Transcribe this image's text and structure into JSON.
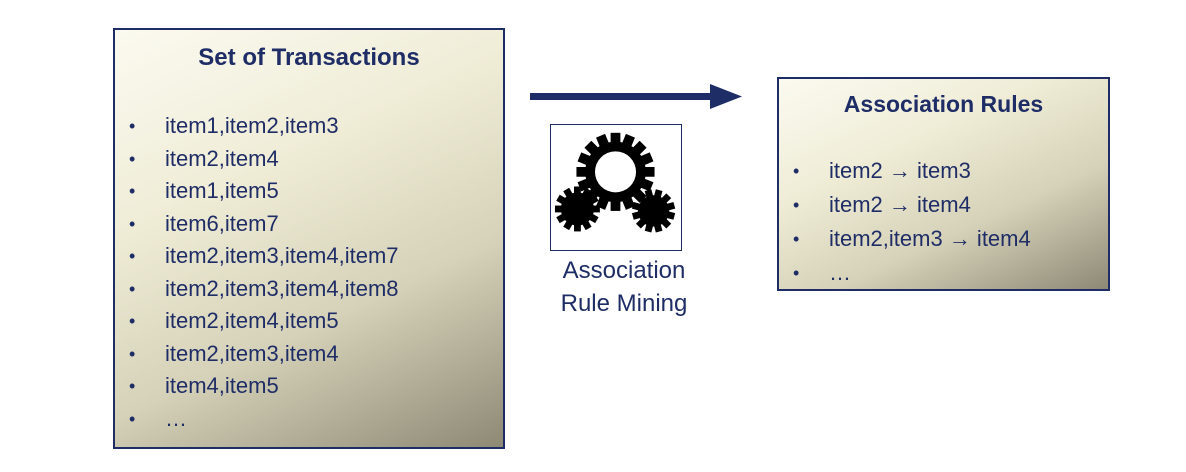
{
  "transactions": {
    "title": "Set of Transactions",
    "items": [
      "item1,item2,item3",
      "item2,item4",
      "item1,item5",
      "item6,item7",
      "item2,item3,item4,item7",
      "item2,item3,item4,item8",
      "item2,item4,item5",
      "item2,item3,item4",
      "item4,item5",
      "…"
    ]
  },
  "process": {
    "label_line1": "Association",
    "label_line2": "Rule Mining",
    "icon": "gears-icon"
  },
  "rules": {
    "title": "Association Rules",
    "items": [
      "item2 → item3",
      "item2 → item4",
      "item2,item3 → item4",
      "…"
    ]
  },
  "bullet": "•",
  "colors": {
    "text": "#1f2d66",
    "border": "#1f2d66",
    "arrow": "#1f2d66"
  }
}
